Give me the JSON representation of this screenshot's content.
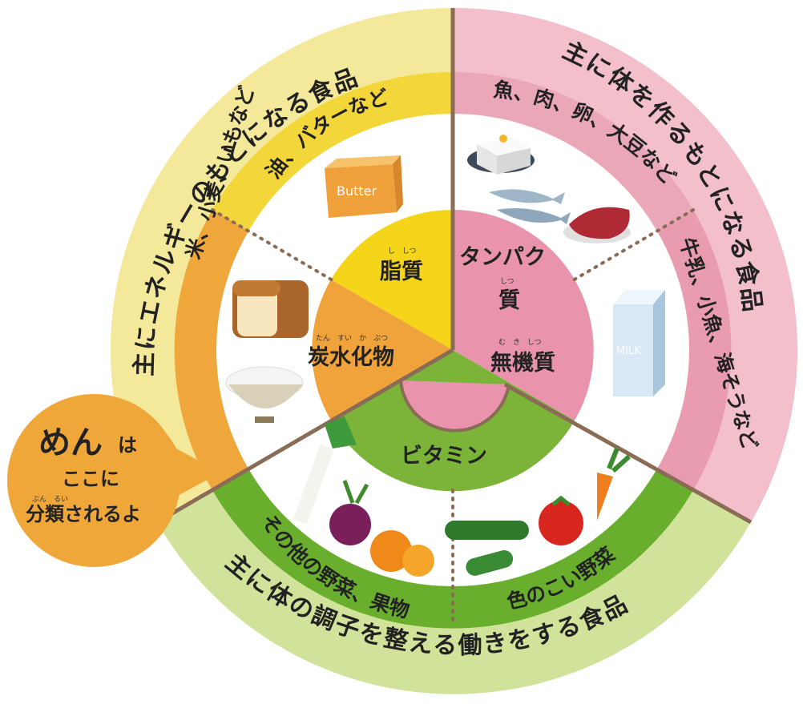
{
  "colors": {
    "yellow_outer": "#f4e99a",
    "yellow_mid": "#f3d63a",
    "yellow_core": "#f5d51a",
    "orange_mid": "#efa63a",
    "orange_core": "#f0a33a",
    "pink_outer": "#f2bfcb",
    "pink_mid": "#eaa7b8",
    "pink_core": "#e994ac",
    "green_outer": "#d1e29a",
    "green_mid": "#6aae2e",
    "green_core": "#7cb43a",
    "divider": "#8a6b55",
    "bubble": "#f0a73a"
  },
  "outer_ring": {
    "yellow": "主にエネルギーのもとになる食品",
    "pink": "主に体を作るもとになる食品",
    "green": "主に体の調子を整える働きをする食品"
  },
  "middle_ring": {
    "oil": "油、バターなど",
    "rice": "米、小麦、いもなど",
    "protein_foods": "魚、肉、卵、大豆など",
    "mineral_foods": "牛乳、小魚、海そうなど",
    "other_veg": "その他の野菜、果物",
    "color_veg": "色のこい野菜"
  },
  "core": {
    "fat": "脂質",
    "carb": "炭水化物",
    "protein_line1": "タンパク",
    "protein_line2": "質",
    "mineral": "無機質",
    "vitamin": "ビタミン"
  },
  "ruby": {
    "fat": "し　しつ",
    "carb": "たん　すい　か　ぶつ",
    "protein": "しつ",
    "mineral": "む　き　しつ"
  },
  "food_labels": {
    "butter": "Butter",
    "milk": "MILK"
  },
  "bubble": {
    "big": "めん",
    "particle": "は",
    "line2": "ここに",
    "line3": "分類されるよ",
    "ruby": "ぶん　るい"
  }
}
